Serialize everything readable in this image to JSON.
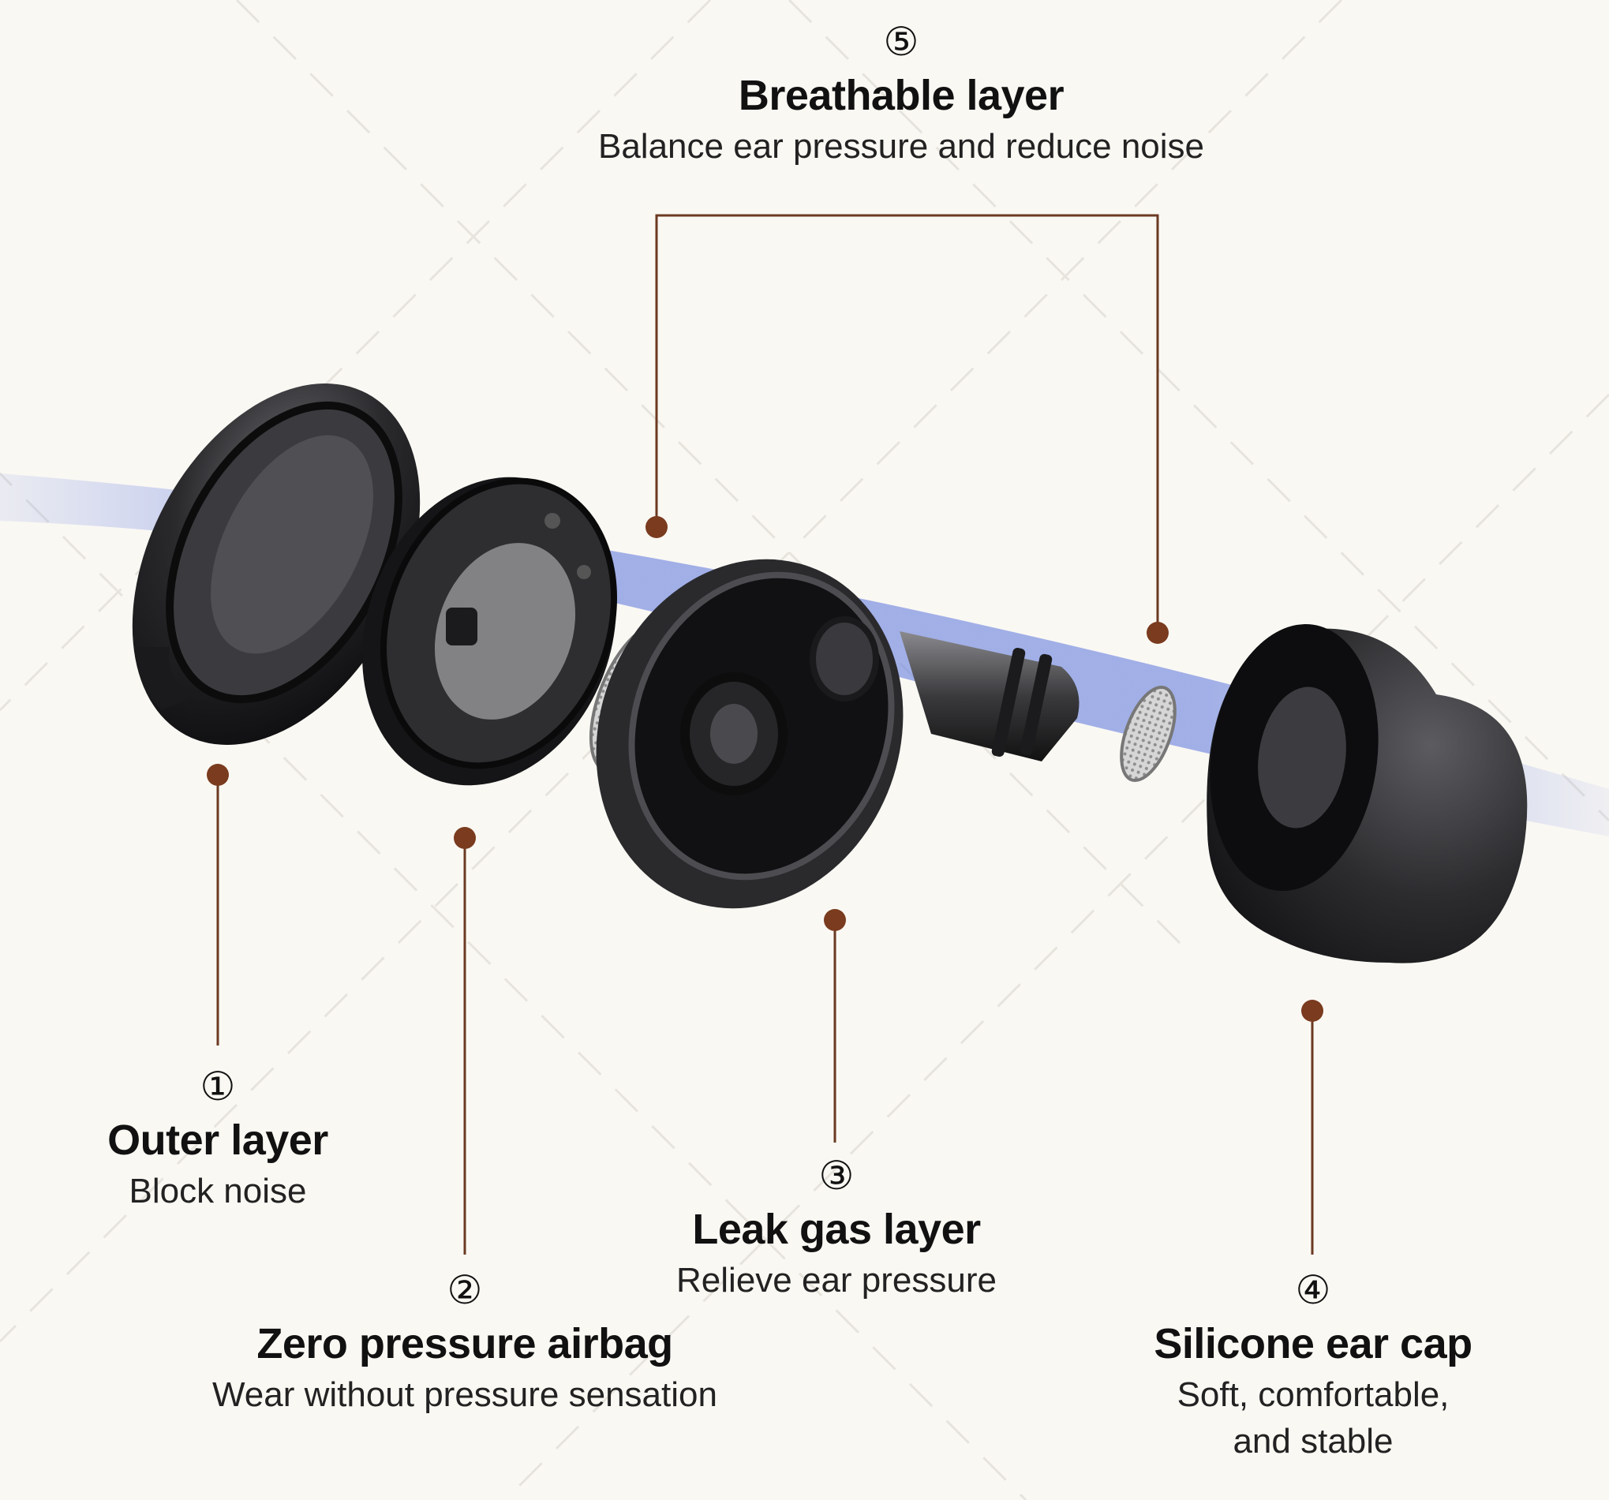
{
  "callouts": [
    {
      "number": "①",
      "title": "Outer layer",
      "description": "Block noise"
    },
    {
      "number": "②",
      "title": "Zero pressure airbag",
      "description": "Wear without pressure sensation"
    },
    {
      "number": "③",
      "title": "Leak gas layer",
      "description": "Relieve ear pressure"
    },
    {
      "number": "④",
      "title": "Silicone ear cap",
      "description": "Soft, comfortable,",
      "description_line2": "and stable"
    },
    {
      "number": "⑤",
      "title": "Breathable layer",
      "description": "Balance ear pressure and reduce noise"
    }
  ],
  "colors": {
    "background": "#faf8f3",
    "leader_line": "#6b3a22",
    "leader_dot": "#7a3b1e",
    "airflow": "#6f86e0",
    "component_dark": "#1c1c1e"
  }
}
